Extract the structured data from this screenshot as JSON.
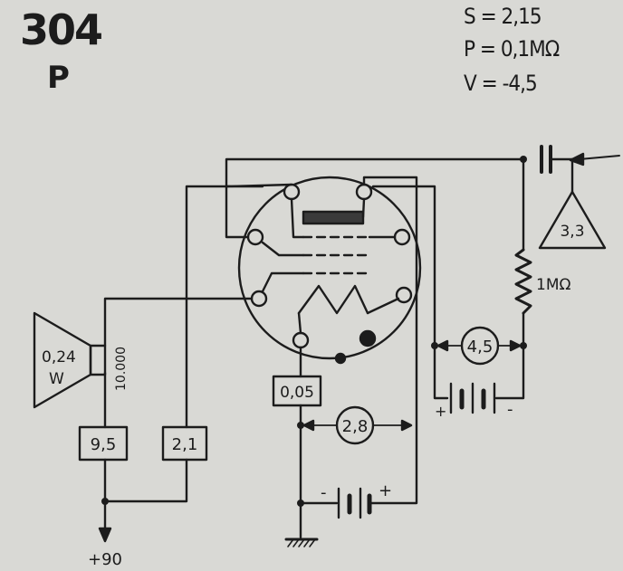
{
  "header": {
    "code": "304",
    "letter": "P"
  },
  "params": {
    "s": "S = 2,15",
    "p": "P = 0,1MΩ",
    "v": "V = -4,5"
  },
  "labels": {
    "speaker_power_top": "0,24",
    "speaker_power_bottom": "W",
    "speaker_impedance": "10.000",
    "load_box": "9,5",
    "screen_box": "2,1",
    "cathode_box": "0,05",
    "filament_voltage": "2,8",
    "grid_bias_voltage": "4,5",
    "resistor_value": "1MΩ",
    "input_triangle": "3,3",
    "supply": "+90",
    "plus": "+",
    "minus": "-"
  }
}
